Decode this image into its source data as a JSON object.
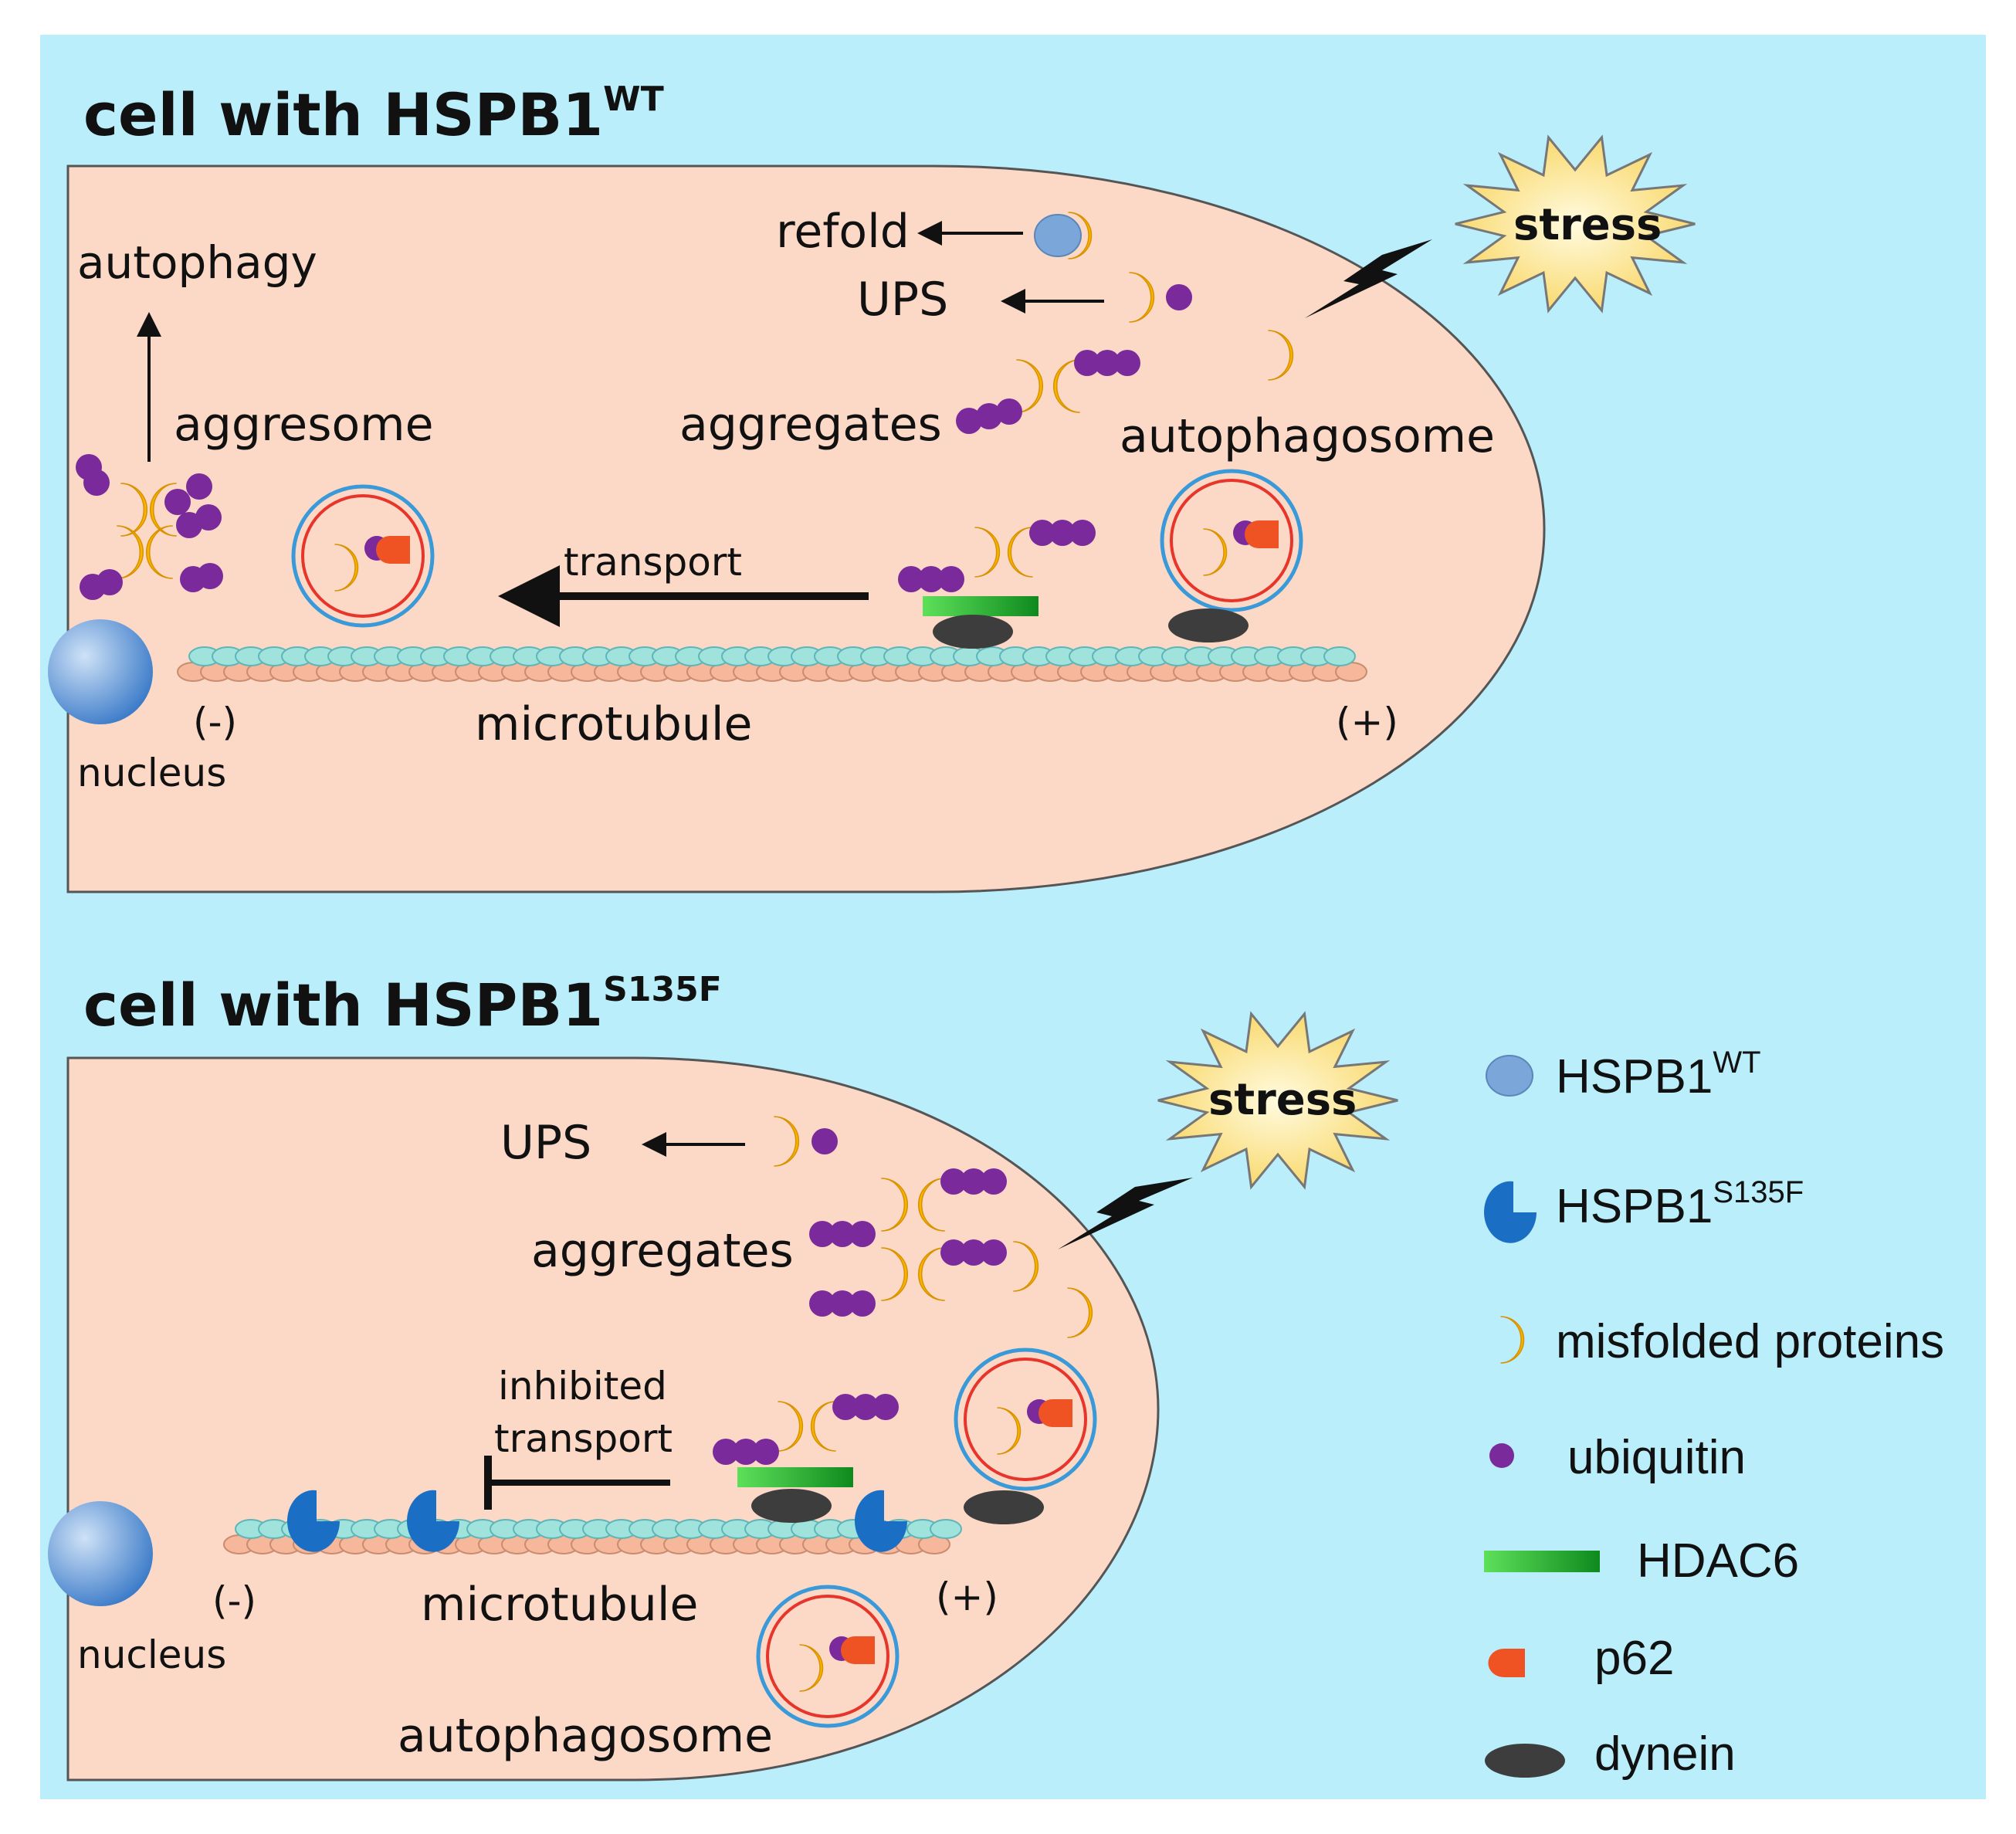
{
  "colors": {
    "background": "#b9eefa",
    "cell": "#fbd9c6",
    "misfolded": "#f7b400",
    "ubiquitin": "#7a2a9a",
    "hspb1_wt": "#7aa6d9",
    "hspb1_s135f": "#1a6fc4",
    "hdac6": "#2dc43a",
    "p62": "#ef5323",
    "dynein": "#3d3d3d",
    "stress_fill": "#fbe58c",
    "autophagosome_outer": "#3a9ad9",
    "autophagosome_inner": "#e8352b"
  },
  "panel_wt": {
    "title": "cell with HSPB1",
    "title_sup": "WT",
    "stress": "stress",
    "refold": "refold",
    "ups": "UPS",
    "aggregates": "aggregates",
    "autophagosome": "autophagosome",
    "autophagy": "autophagy",
    "aggresome": "aggresome",
    "transport": "transport",
    "minus": "(-)",
    "plus": "(+)",
    "microtubule": "microtubule",
    "nucleus": "nucleus"
  },
  "panel_mut": {
    "title": "cell with HSPB1",
    "title_sup": "S135F",
    "stress": "stress",
    "ups": "UPS",
    "aggregates": "aggregates",
    "inhibited": "inhibited",
    "transport": "transport",
    "minus": "(-)",
    "plus": "(+)",
    "microtubule": "microtubule",
    "nucleus": "nucleus",
    "autophagosome": "autophagosome"
  },
  "legend": {
    "hspb1_wt": "HSPB1",
    "hspb1_wt_sup": "WT",
    "hspb1_s135f": "HSPB1",
    "hspb1_s135f_sup": "S135F",
    "misfolded": "misfolded  proteins",
    "ubiquitin": "ubiquitin",
    "hdac6": "HDAC6",
    "p62": "p62",
    "dynein": "dynein"
  }
}
